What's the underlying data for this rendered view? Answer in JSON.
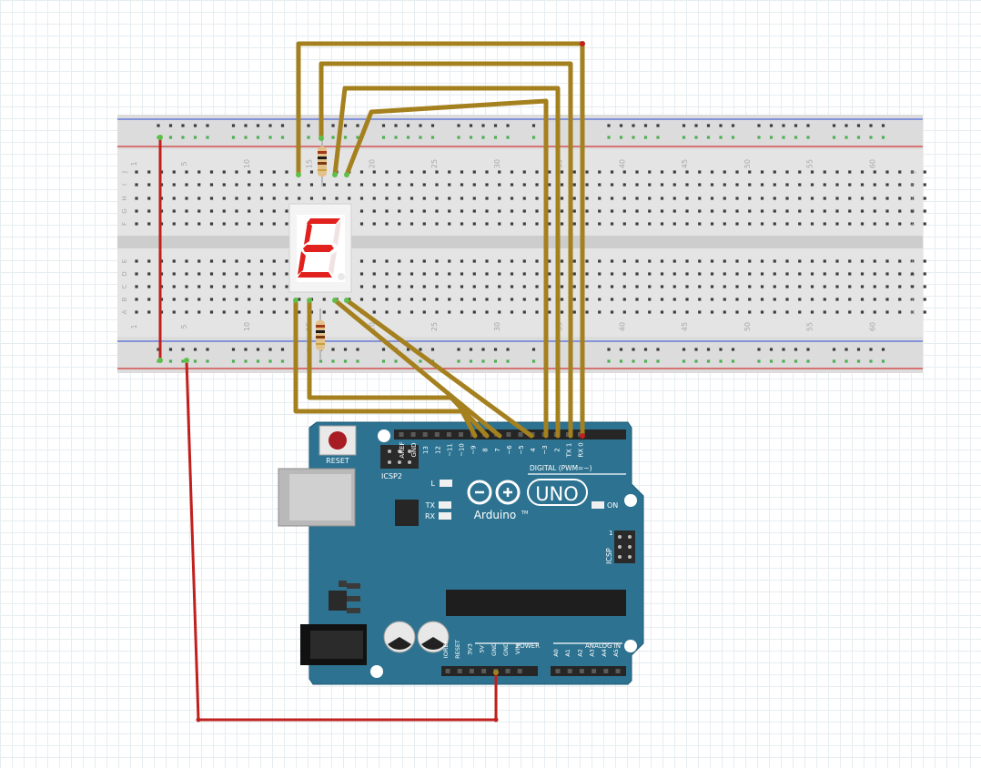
{
  "breadboard": {
    "column_numbers": [
      "1",
      "5",
      "10",
      "15",
      "20",
      "25",
      "30",
      "35",
      "40",
      "45",
      "50",
      "55",
      "60"
    ],
    "row_letters_top": [
      "J",
      "I",
      "H",
      "G",
      "F"
    ],
    "row_letters_bottom": [
      "E",
      "D",
      "C",
      "B",
      "A"
    ]
  },
  "seven_segment": {
    "displayed_character": "E",
    "color": "#e0211d"
  },
  "arduino": {
    "reset_label": "RESET",
    "icsp2_label": "ICSP2",
    "icsp_label": "ICSP",
    "icsp_pin1": "1",
    "led_l": "L",
    "led_tx": "TX",
    "led_rx": "RX",
    "led_on": "ON",
    "brand": "Arduino",
    "trademark": "TM",
    "model": "UNO",
    "digital_label": "DIGITAL (PWM=~)",
    "power_label": "POWER",
    "analog_label": "ANALOG IN",
    "digital_pins": [
      "AREF",
      "GND",
      "13",
      "12",
      "~11",
      "~10",
      "~9",
      "8",
      "7",
      "~6",
      "~5",
      "4",
      "~3",
      "2",
      "TX 1",
      "RX 0"
    ],
    "power_pins": [
      "IOREF",
      "RESET",
      "3V3",
      "5V",
      "GND",
      "GND",
      "VIN"
    ],
    "analog_pins": [
      "A0",
      "A1",
      "A2",
      "A3",
      "A4",
      "A5"
    ],
    "board_color": "#2d7391"
  },
  "wires": {
    "signal_color": "#a4801f",
    "power_color": "#c0201e"
  }
}
